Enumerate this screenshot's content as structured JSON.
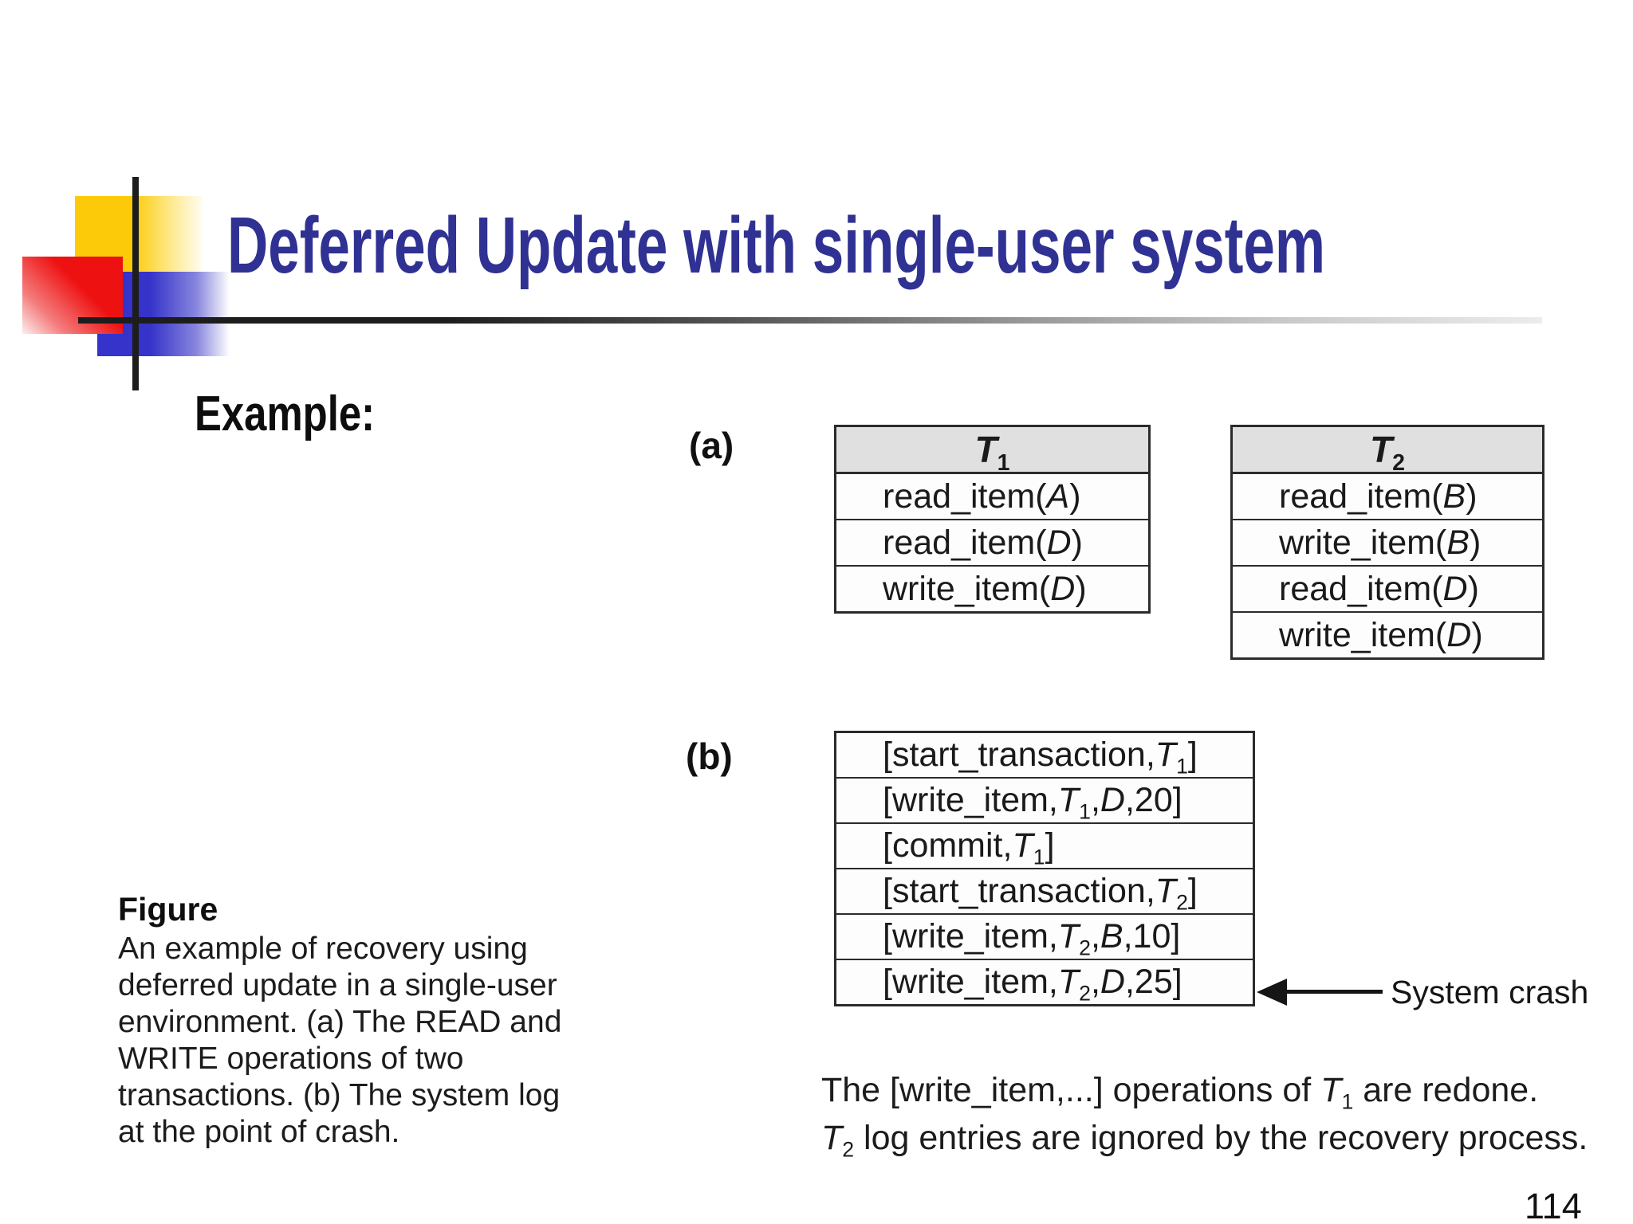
{
  "slide": {
    "title": "Deferred Update with single-user system",
    "example_label": "Example:",
    "page_number": "114"
  },
  "panel_a": {
    "label": "(a)",
    "t1": {
      "header": {
        "base": "T",
        "sub": "1"
      },
      "rows": [
        {
          "pre": "read_item(",
          "var": "A",
          "post": ")"
        },
        {
          "pre": "read_item(",
          "var": "D",
          "post": ")"
        },
        {
          "pre": "write_item(",
          "var": "D",
          "post": ")"
        }
      ]
    },
    "t2": {
      "header": {
        "base": "T",
        "sub": "2"
      },
      "rows": [
        {
          "pre": "read_item(",
          "var": "B",
          "post": ")"
        },
        {
          "pre": "write_item(",
          "var": "B",
          "post": ")"
        },
        {
          "pre": "read_item(",
          "var": "D",
          "post": ")"
        },
        {
          "pre": "write_item(",
          "var": "D",
          "post": ")"
        }
      ]
    }
  },
  "panel_b": {
    "label": "(b)",
    "log_rows": [
      {
        "pre": "[start_transaction,",
        "tbase": "T",
        "tsub": "1",
        "mid": "",
        "var": "",
        "post": "]"
      },
      {
        "pre": "[write_item,",
        "tbase": "T",
        "tsub": "1",
        "mid": ",",
        "var": "D",
        "post": ",20]"
      },
      {
        "pre": "[commit,",
        "tbase": "T",
        "tsub": "1",
        "mid": "",
        "var": "",
        "post": "]"
      },
      {
        "pre": "[start_transaction,",
        "tbase": "T",
        "tsub": "2",
        "mid": "",
        "var": "",
        "post": "]"
      },
      {
        "pre": "[write_item,",
        "tbase": "T",
        "tsub": "2",
        "mid": ",",
        "var": "B",
        "post": ",10]"
      },
      {
        "pre": "[write_item,",
        "tbase": "T",
        "tsub": "2",
        "mid": ",",
        "var": "D",
        "post": ",25]"
      }
    ],
    "crash_label": "System crash"
  },
  "caption": {
    "heading": "Figure",
    "lines": [
      "An example of recovery using",
      "deferred update in a single-user",
      "environment. (a) The READ and",
      "WRITE operations of two",
      "transactions. (b) The system log",
      "at the point of crash."
    ]
  },
  "notes": {
    "line1": {
      "pre": "The [write_item,...] operations of ",
      "tbase": "T",
      "tsub": "1",
      "post": " are redone."
    },
    "line2": {
      "tbase": "T",
      "tsub": "2",
      "post": " log entries are ignored by the recovery process."
    }
  },
  "colors": {
    "title_text": "#2f3193",
    "table_header_bg": "#e0e0e0",
    "accent_yellow": "#fcca08",
    "accent_red": "#ee1111",
    "accent_blue": "#3533c9"
  }
}
